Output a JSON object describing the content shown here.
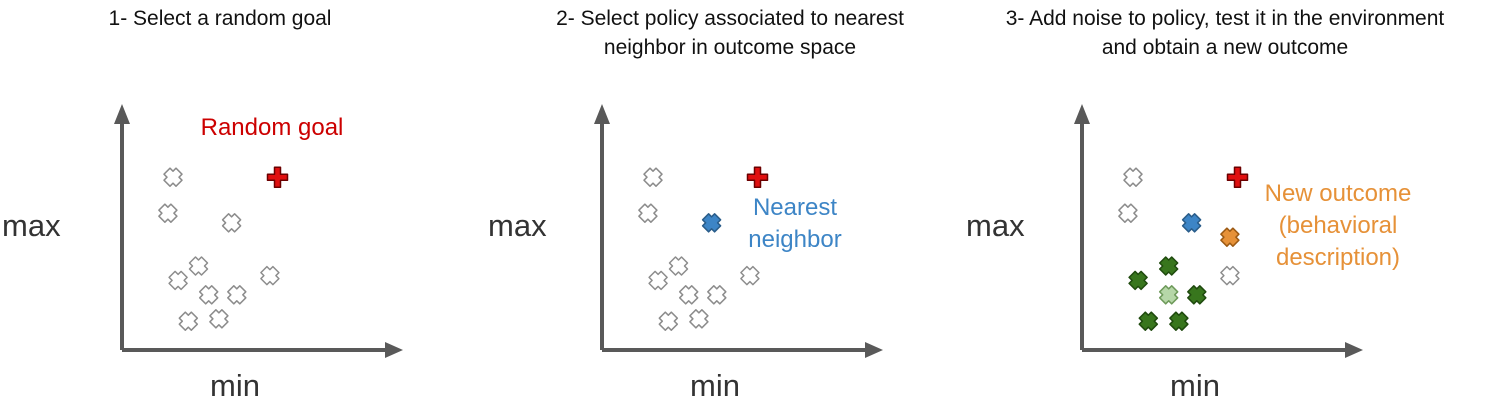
{
  "colors": {
    "axis": "#595959",
    "neutral_fill": "#ffffff",
    "neutral_stroke": "#8c8c8c",
    "goal": "#e01010",
    "goal_stroke": "#6b0000",
    "nearest": "#3d85c6",
    "new_outcome": "#e69138",
    "explored_dark": "#38761d",
    "explored_light": "#b6d7a8",
    "annot_goal": "#cc0000",
    "annot_nearest": "#3d85c6",
    "annot_outcome": "#e69138"
  },
  "panels": [
    {
      "title_lines": [
        "1- Select a random goal"
      ],
      "y_label": "max",
      "x_label": "min",
      "annotation": {
        "lines": [
          "Random goal"
        ],
        "color_key": "annot_goal"
      },
      "markers": [
        {
          "kind": "x",
          "style": "neutral",
          "x": 0.2,
          "y": 0.72
        },
        {
          "kind": "x",
          "style": "neutral",
          "x": 0.18,
          "y": 0.57
        },
        {
          "kind": "x",
          "style": "neutral",
          "x": 0.43,
          "y": 0.53
        },
        {
          "kind": "x",
          "style": "neutral",
          "x": 0.3,
          "y": 0.35
        },
        {
          "kind": "x",
          "style": "neutral",
          "x": 0.22,
          "y": 0.29
        },
        {
          "kind": "x",
          "style": "neutral",
          "x": 0.58,
          "y": 0.31
        },
        {
          "kind": "x",
          "style": "neutral",
          "x": 0.34,
          "y": 0.23
        },
        {
          "kind": "x",
          "style": "neutral",
          "x": 0.45,
          "y": 0.23
        },
        {
          "kind": "x",
          "style": "neutral",
          "x": 0.26,
          "y": 0.12
        },
        {
          "kind": "x",
          "style": "neutral",
          "x": 0.38,
          "y": 0.13
        },
        {
          "kind": "plus",
          "style": "goal",
          "x": 0.61,
          "y": 0.72
        }
      ]
    },
    {
      "title_lines": [
        "2- Select policy associated to nearest",
        "neighbor in outcome space"
      ],
      "y_label": "max",
      "x_label": "min",
      "annotation": {
        "lines": [
          "Nearest",
          "neighbor"
        ],
        "color_key": "annot_nearest"
      },
      "markers": [
        {
          "kind": "x",
          "style": "neutral",
          "x": 0.2,
          "y": 0.72
        },
        {
          "kind": "x",
          "style": "neutral",
          "x": 0.18,
          "y": 0.57
        },
        {
          "kind": "x",
          "style": "neutral",
          "x": 0.3,
          "y": 0.35
        },
        {
          "kind": "x",
          "style": "neutral",
          "x": 0.22,
          "y": 0.29
        },
        {
          "kind": "x",
          "style": "neutral",
          "x": 0.58,
          "y": 0.31
        },
        {
          "kind": "x",
          "style": "neutral",
          "x": 0.34,
          "y": 0.23
        },
        {
          "kind": "x",
          "style": "neutral",
          "x": 0.45,
          "y": 0.23
        },
        {
          "kind": "x",
          "style": "neutral",
          "x": 0.26,
          "y": 0.12
        },
        {
          "kind": "x",
          "style": "neutral",
          "x": 0.38,
          "y": 0.13
        },
        {
          "kind": "x",
          "style": "nearest",
          "x": 0.43,
          "y": 0.53
        },
        {
          "kind": "plus",
          "style": "goal",
          "x": 0.61,
          "y": 0.72
        }
      ]
    },
    {
      "title_lines": [
        "3- Add noise to policy, test it in the environment",
        "and obtain a new outcome"
      ],
      "y_label": "max",
      "x_label": "min",
      "annotation": {
        "lines": [
          "New outcome",
          "(behavioral",
          "description)"
        ],
        "color_key": "annot_outcome"
      },
      "markers": [
        {
          "kind": "x",
          "style": "neutral",
          "x": 0.2,
          "y": 0.72
        },
        {
          "kind": "x",
          "style": "neutral",
          "x": 0.18,
          "y": 0.57
        },
        {
          "kind": "x",
          "style": "neutral",
          "x": 0.58,
          "y": 0.31
        },
        {
          "kind": "x",
          "style": "explored_dark",
          "x": 0.22,
          "y": 0.29
        },
        {
          "kind": "x",
          "style": "explored_dark",
          "x": 0.34,
          "y": 0.35
        },
        {
          "kind": "x",
          "style": "explored_light",
          "x": 0.34,
          "y": 0.23
        },
        {
          "kind": "x",
          "style": "explored_dark",
          "x": 0.45,
          "y": 0.23
        },
        {
          "kind": "x",
          "style": "explored_dark",
          "x": 0.26,
          "y": 0.12
        },
        {
          "kind": "x",
          "style": "explored_dark",
          "x": 0.38,
          "y": 0.12
        },
        {
          "kind": "x",
          "style": "nearest",
          "x": 0.43,
          "y": 0.53
        },
        {
          "kind": "x",
          "style": "new_outcome",
          "x": 0.58,
          "y": 0.47
        },
        {
          "kind": "plus",
          "style": "goal",
          "x": 0.61,
          "y": 0.72
        }
      ]
    }
  ]
}
